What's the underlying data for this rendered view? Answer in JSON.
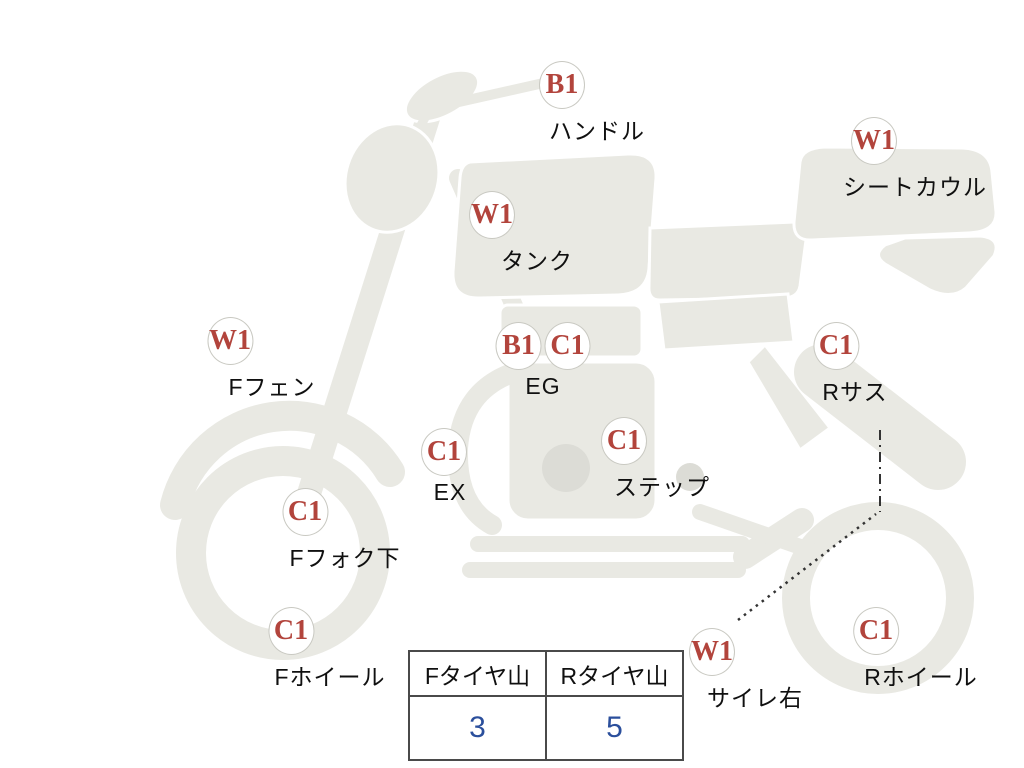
{
  "diagram": {
    "markers": [
      {
        "part": "handlebar",
        "grades": [
          "B1"
        ],
        "label": "ハンドル"
      },
      {
        "part": "seat-cowl",
        "grades": [
          "W1"
        ],
        "label": "シートカウル"
      },
      {
        "part": "tank",
        "grades": [
          "W1"
        ],
        "label": "タンク"
      },
      {
        "part": "front-fender",
        "grades": [
          "W1"
        ],
        "label": "Fフェン"
      },
      {
        "part": "engine",
        "grades": [
          "B1",
          "C1"
        ],
        "label": "EG"
      },
      {
        "part": "rear-suspension",
        "grades": [
          "C1"
        ],
        "label": "Rサス"
      },
      {
        "part": "exhaust",
        "grades": [
          "C1"
        ],
        "label": "EX"
      },
      {
        "part": "step",
        "grades": [
          "C1"
        ],
        "label": "ステップ"
      },
      {
        "part": "front-fork-lower",
        "grades": [
          "C1"
        ],
        "label": "Fフォク下"
      },
      {
        "part": "front-wheel",
        "grades": [
          "C1"
        ],
        "label": "Fホイール"
      },
      {
        "part": "rear-wheel",
        "grades": [
          "C1"
        ],
        "label": "Rホイール"
      },
      {
        "part": "silencer-right",
        "grades": [
          "W1"
        ],
        "label": "サイレ右"
      }
    ]
  },
  "tire_table": {
    "headers": [
      "Fタイヤ山",
      "Rタイヤ山"
    ],
    "values": [
      "3",
      "5"
    ]
  },
  "colors": {
    "grade_badge_text": "#b2443c",
    "tire_value_text": "#2b4f9c",
    "bike_fill": "#e9e9e3"
  }
}
